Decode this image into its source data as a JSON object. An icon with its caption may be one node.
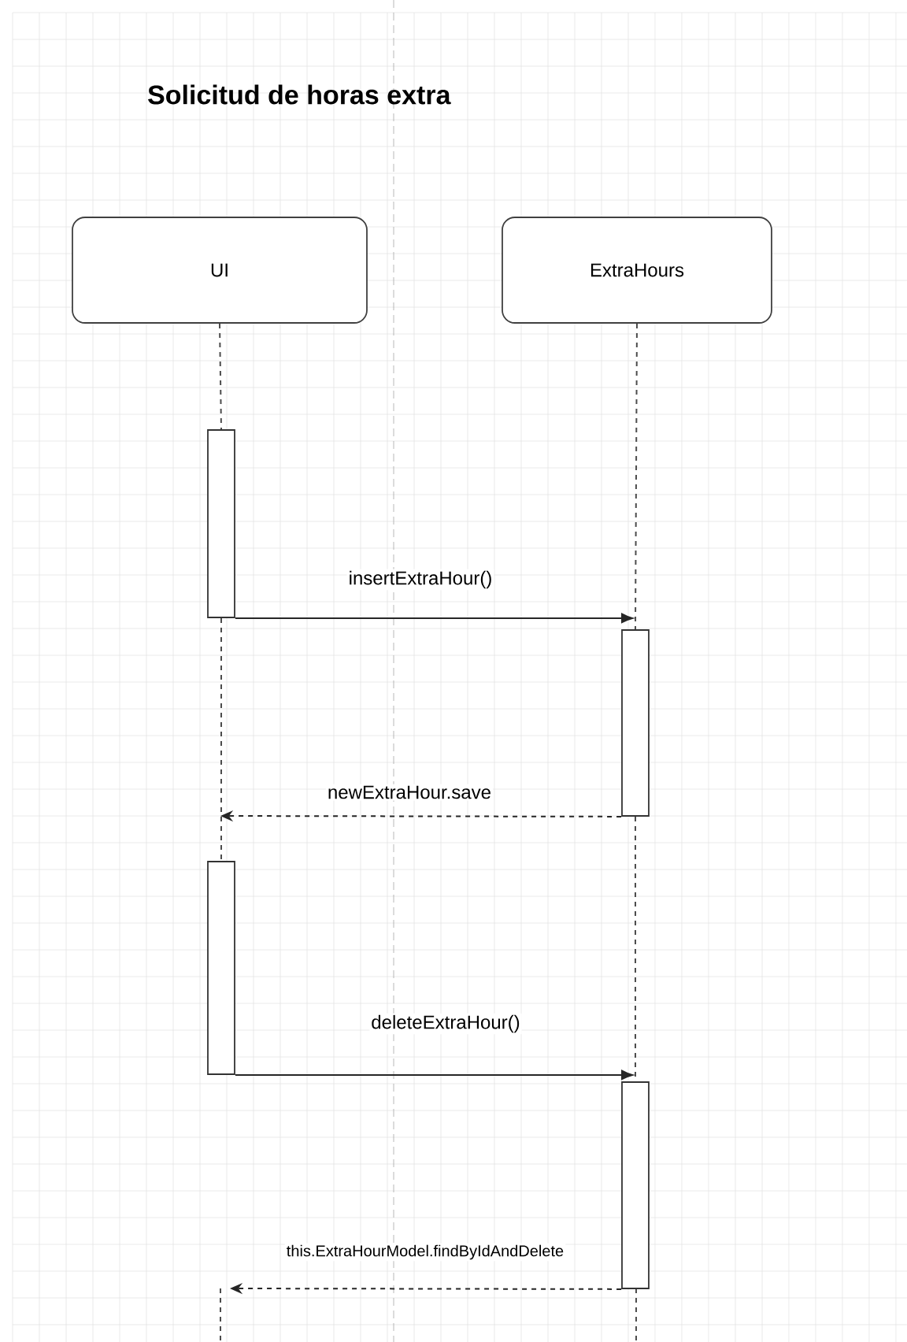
{
  "diagram": {
    "title": "Solicitud de horas extra",
    "nodes": [
      {
        "text": [
          "UI"
        ]
      },
      {
        "text": [
          "ExtraHours"
        ]
      },
      {
        "text": [],
        "shape": "bar"
      },
      {
        "text": [],
        "shape": "bar"
      },
      {
        "text": [],
        "shape": "bar"
      },
      {
        "text": [],
        "shape": "bar"
      }
    ],
    "edges": [
      {
        "from": 0,
        "to": 2,
        "arrow": "none",
        "style": "dashed"
      },
      {
        "from": 1,
        "to": 3,
        "arrow": "none",
        "style": "dashed"
      },
      {
        "from": 2,
        "to": 4,
        "arrow": "none",
        "style": "dashed"
      },
      {
        "from": 3,
        "to": 5,
        "arrow": "none",
        "style": "dashed"
      },
      {
        "from": 2,
        "to": 3,
        "arrow": "to",
        "label": "insertExtraHour()"
      },
      {
        "from": 3,
        "to": null,
        "arrow": "to",
        "label": "newExtraHour.save",
        "style": "dashed"
      },
      {
        "from": 4,
        "to": 5,
        "arrow": "to",
        "label": "deleteExtraHour()"
      },
      {
        "from": 5,
        "to": null,
        "arrow": "to",
        "label": "this.ExtraHourModel.findByIdAndDelete",
        "style": "dashed"
      }
    ]
  }
}
